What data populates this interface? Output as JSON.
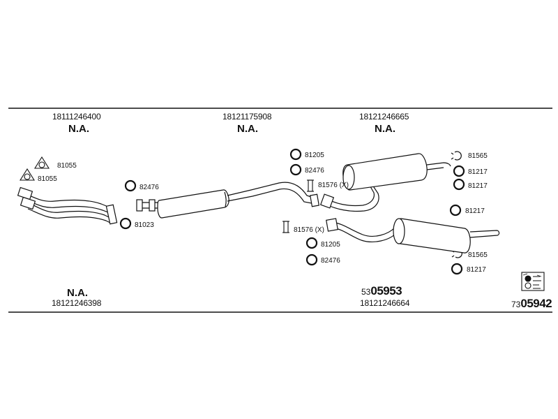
{
  "top_row": [
    {
      "part_number": "18111246400",
      "status": "N.A."
    },
    {
      "part_number": "18121175908",
      "status": "N.A."
    },
    {
      "part_number": "18121246665",
      "status": "N.A."
    }
  ],
  "bottom_left": {
    "status": "N.A.",
    "part_number": "18121246398"
  },
  "bottom_mid": {
    "ref_prefix": "53",
    "ref_main": "05953",
    "part_number": "18121246664"
  },
  "bottom_right": {
    "ref_prefix": "73",
    "ref_main": "05942"
  },
  "callouts": {
    "c1": "81055",
    "c2": "81055",
    "c3": "82476",
    "c4": "81023",
    "c5": "81205",
    "c6": "82476",
    "c7": "81576 (X)",
    "c8": "81565",
    "c9": "81217",
    "c10": "81217",
    "c11": "81217",
    "c12": "81576 (X)",
    "c13": "81205",
    "c14": "82476",
    "c15": "81565",
    "c16": "81217"
  },
  "colors": {
    "line": "#111111",
    "background": "#ffffff"
  }
}
